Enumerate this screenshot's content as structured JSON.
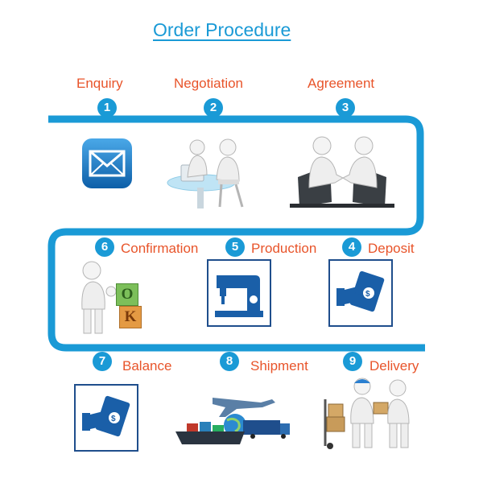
{
  "title": "Order Procedure",
  "colors": {
    "accent": "#1a9ad6",
    "label": "#e8542a",
    "icon_blue": "#1a5fa8"
  },
  "steps": [
    {
      "number": "1",
      "label": "Enquiry",
      "icon": "envelope-icon"
    },
    {
      "number": "2",
      "label": "Negotiation",
      "icon": "meeting-figures"
    },
    {
      "number": "3",
      "label": "Agreement",
      "icon": "handshake-figures"
    },
    {
      "number": "4",
      "label": "Deposit",
      "icon": "payment-icon"
    },
    {
      "number": "5",
      "label": "Production",
      "icon": "sewing-machine-icon"
    },
    {
      "number": "6",
      "label": "Confirmation",
      "icon": "ok-blocks-figure"
    },
    {
      "number": "7",
      "label": "Balance",
      "icon": "payment-icon"
    },
    {
      "number": "8",
      "label": "Shipment",
      "icon": "transport-icon"
    },
    {
      "number": "9",
      "label": "Delivery",
      "icon": "delivery-figures"
    }
  ],
  "ok_blocks": {
    "top": "O",
    "bottom": "K"
  }
}
